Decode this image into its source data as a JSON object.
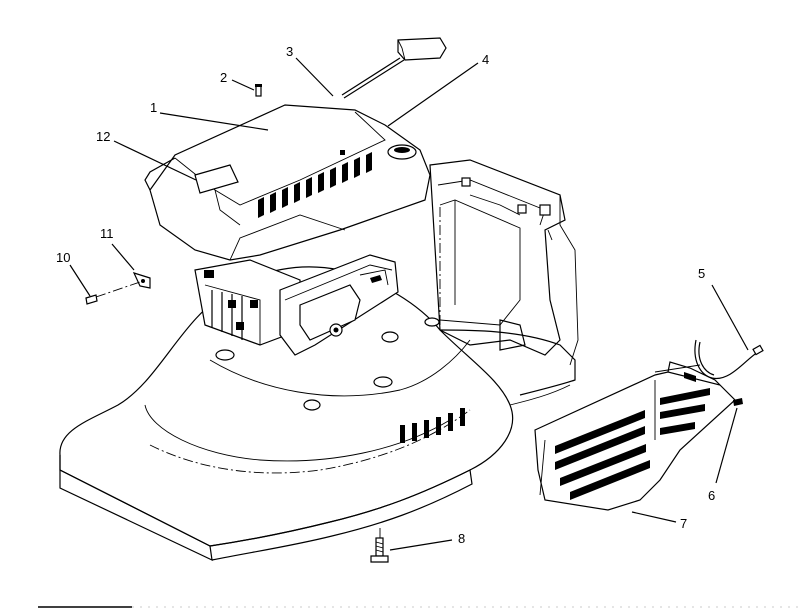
{
  "callouts": [
    {
      "id": "1",
      "text": "1"
    },
    {
      "id": "2",
      "text": "2"
    },
    {
      "id": "3",
      "text": "3"
    },
    {
      "id": "4",
      "text": "4"
    },
    {
      "id": "5",
      "text": "5"
    },
    {
      "id": "6",
      "text": "6"
    },
    {
      "id": "7",
      "text": "7"
    },
    {
      "id": "8",
      "text": "8"
    },
    {
      "id": "10",
      "text": "10"
    },
    {
      "id": "11",
      "text": "11"
    },
    {
      "id": "12",
      "text": "12"
    }
  ]
}
